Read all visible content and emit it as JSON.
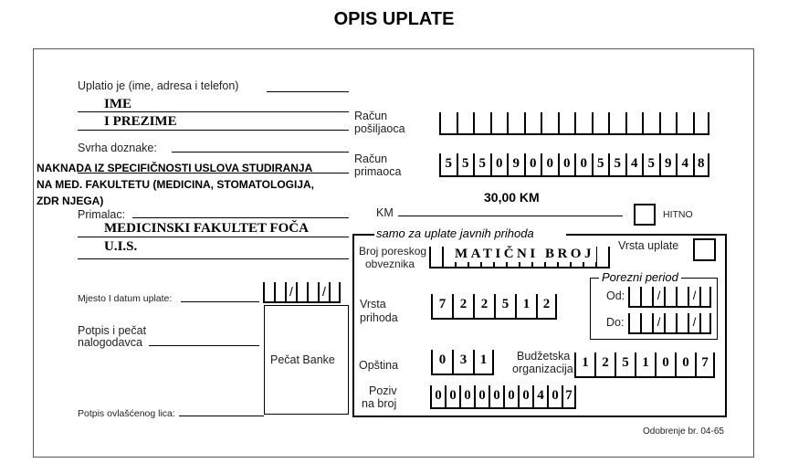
{
  "title": "OPIS UPLATE",
  "payer": {
    "label": "Uplatio je (ime, adresa i telefon)",
    "line1": "IME",
    "line2": "I PREZIME"
  },
  "purpose": {
    "label": "Svrha doznake:",
    "line1": "NAKNADA IZ SPECIFIČNOSTI USLOVA STUDIRANJA",
    "line2": "NA MED. FAKULTETU (MEDICINA, STOMATOLOGIJA,",
    "line3": "ZDR NJEGA)"
  },
  "recipient": {
    "label": "Primalac:",
    "line1": "MEDICINSKI FAKULTET FOČA",
    "line2": "U.I.S."
  },
  "place_date": {
    "label": "Mjesto I datum uplate:",
    "sep1": "/",
    "sep2": "/"
  },
  "signature_payer": {
    "label1": "Potpis i pečat",
    "label2": "nalogodavca"
  },
  "bank_stamp": {
    "label": "Pečat Banke"
  },
  "signature_authorized": {
    "label": "Potpis ovlašćenog lica:"
  },
  "sender_account": {
    "label1": "Račun",
    "label2": "pošiljaoca"
  },
  "receiver_account": {
    "label1": "Račun",
    "label2": "primaoca",
    "digits": [
      "5",
      "5",
      "5",
      "0",
      "9",
      "0",
      "0",
      "0",
      "0",
      "5",
      "5",
      "4",
      "5",
      "9",
      "4",
      "8"
    ]
  },
  "amount": {
    "label": "KM",
    "value": "30,00 KM"
  },
  "urgent": {
    "label": "HITNO"
  },
  "public_section": {
    "title": "samo za uplate javnih prihoda",
    "tax_id": {
      "label1": "Broj poreskog",
      "label2": "obveznika",
      "value": "MATIČNI BROJ"
    },
    "payment_type": {
      "label": "Vrsta uplate"
    },
    "tax_period": {
      "title": "Porezni period",
      "from": "Od:",
      "to": "Do:"
    },
    "revenue_type": {
      "label1": "Vrsta",
      "label2": "prihoda",
      "digits": [
        "7",
        "2",
        "2",
        "5",
        "1",
        "2"
      ]
    },
    "municipality": {
      "label": "Opština",
      "digits": [
        "0",
        "3",
        "1"
      ]
    },
    "budget_org": {
      "label1": "Budžetska",
      "label2": "organizacija",
      "digits": [
        "1",
        "2",
        "5",
        "1",
        "0",
        "0",
        "7"
      ]
    },
    "reference": {
      "label1": "Poziv",
      "label2": "na broj",
      "digits": [
        "0",
        "0",
        "0",
        "0",
        "0",
        "0",
        "0",
        "4",
        "0",
        "7"
      ]
    }
  },
  "approval": "Odobrenje br. 04-65"
}
